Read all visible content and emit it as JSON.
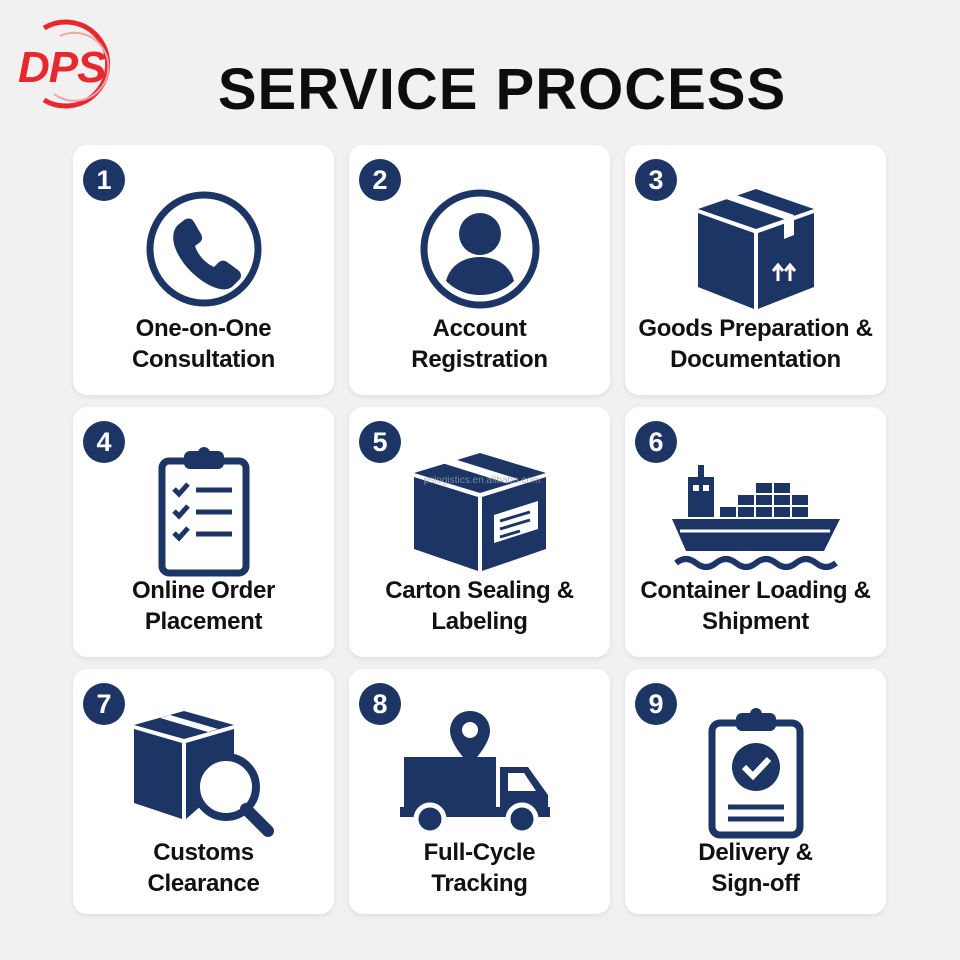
{
  "header": {
    "logo_text": "DPS",
    "title": "SERVICE PROCESS"
  },
  "watermark": "pslogistics.en.alibaba.com",
  "colors": {
    "navy": "#1d3564",
    "logo_red": "#e8282f",
    "card_bg": "#ffffff",
    "page_bg": "#f1f1f2"
  },
  "steps": [
    {
      "number": "1",
      "line1": "One-on-One",
      "line2": "Consultation",
      "icon": "phone-icon"
    },
    {
      "number": "2",
      "line1": "Account",
      "line2": "Registration",
      "icon": "user-icon"
    },
    {
      "number": "3",
      "line1": "Goods Preparation &",
      "line2": "Documentation",
      "icon": "package-icon"
    },
    {
      "number": "4",
      "line1": "Online Order",
      "line2": "Placement",
      "icon": "clipboard-checklist-icon"
    },
    {
      "number": "5",
      "line1": "Carton Sealing &",
      "line2": "Labeling",
      "icon": "labeled-box-icon"
    },
    {
      "number": "6",
      "line1": "Container Loading &",
      "line2": "Shipment",
      "icon": "cargo-ship-icon"
    },
    {
      "number": "7",
      "line1": "Customs",
      "line2": "Clearance",
      "icon": "box-magnifier-icon"
    },
    {
      "number": "8",
      "line1": "Full-Cycle",
      "line2": "Tracking",
      "icon": "truck-location-icon"
    },
    {
      "number": "9",
      "line1": "Delivery &",
      "line2": "Sign-off",
      "icon": "clipboard-check-icon"
    }
  ]
}
